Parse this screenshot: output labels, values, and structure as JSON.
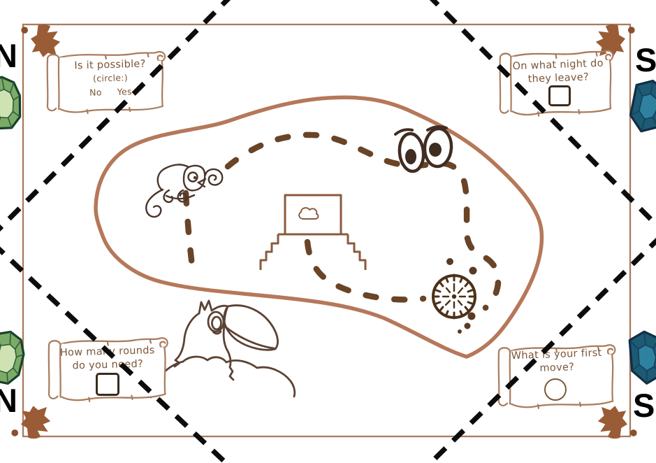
{
  "edge_labels": {
    "left_top": "N",
    "left_bottom": "N",
    "right_top": "S",
    "right_bottom": "S"
  },
  "scrolls": {
    "top_left": {
      "line1": "Is it possible?",
      "line2": "(circle:)",
      "option_no": "No",
      "option_yes": "Yes"
    },
    "top_right": {
      "line1": "On what night do",
      "line2": "they leave?",
      "answer_shape": "square"
    },
    "bottom_left": {
      "line1": "How many rounds",
      "line2": "do you need?",
      "answer_shape": "square"
    },
    "bottom_right": {
      "line1": "What is your first",
      "line2": "move?",
      "answer_shape": "circle"
    }
  },
  "drawings": {
    "island": "island-outline",
    "route": "dashed-treasure-route",
    "chameleon": "chameleon-icon",
    "eyes": "watching-eyes-icon",
    "temple": "stepped-temple-icon",
    "cloud": "cloud-icon",
    "sun_dial": "sun-dial-icon",
    "toucan": "toucan-icon",
    "corner_leaf": "corner-leaf-icon",
    "emerald": "emerald-gem-icon",
    "sapphire": "sapphire-gem-icon",
    "diagonals": "black-dashed-diagonals"
  },
  "colors": {
    "background": "#ffffff",
    "map_border": "#a87c5e",
    "island_outline": "#b5785a",
    "route_dash": "#6a4426",
    "diagonal_dash": "#0c0c0c",
    "sketch_ink": "#4a352a",
    "scroll_ink": "#7a5638",
    "leaf_brown": "#9a5c36",
    "emerald_dark": "#173f2b",
    "emerald_light": "#cfe3b2",
    "emerald_mid": "#7cab67",
    "sapphire_dark": "#122c44",
    "sapphire_mid": "#1d5a74",
    "sapphire_light": "#2f81a0",
    "letter_color": "#000000"
  }
}
